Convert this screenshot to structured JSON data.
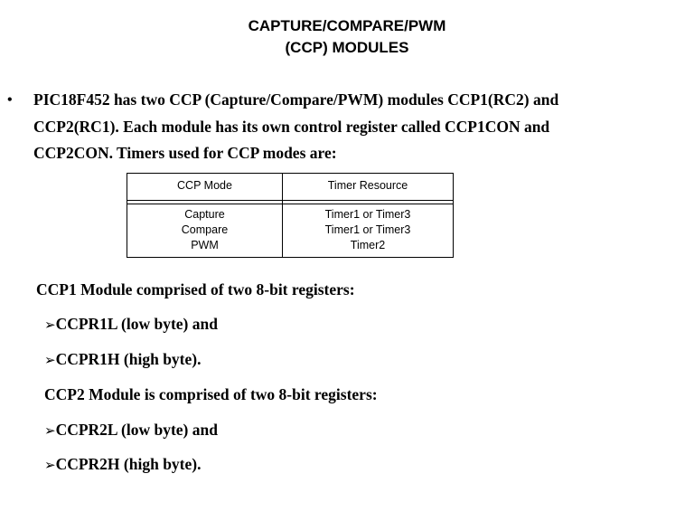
{
  "title": {
    "line1": "CAPTURE/COMPARE/PWM",
    "line2": "(CCP) MODULES"
  },
  "bullet": {
    "marker": "•",
    "lines": [
      "PIC18F452 has two CCP (Capture/Compare/PWM) modules CCP1(RC2) and",
      "CCP2(RC1). Each module has its own control register called CCP1CON and",
      "CCP2CON. Timers used for CCP modes are:"
    ]
  },
  "table": {
    "headers": [
      "CCP Mode",
      "Timer Resource"
    ],
    "rows": [
      [
        "Capture",
        "Timer1 or Timer3"
      ],
      [
        "Compare",
        "Timer1 or Timer3"
      ],
      [
        "PWM",
        "Timer2"
      ]
    ]
  },
  "ccp1": {
    "heading": "CCP1 Module comprised of two 8-bit registers:",
    "items": [
      "CCPR1L (low byte) and",
      "CCPR1H (high byte)."
    ]
  },
  "ccp2": {
    "heading": "CCP2 Module is comprised of two 8-bit registers:",
    "items": [
      "CCPR2L (low byte) and",
      "CCPR2H (high byte)."
    ]
  },
  "arrow_glyph": "➢"
}
